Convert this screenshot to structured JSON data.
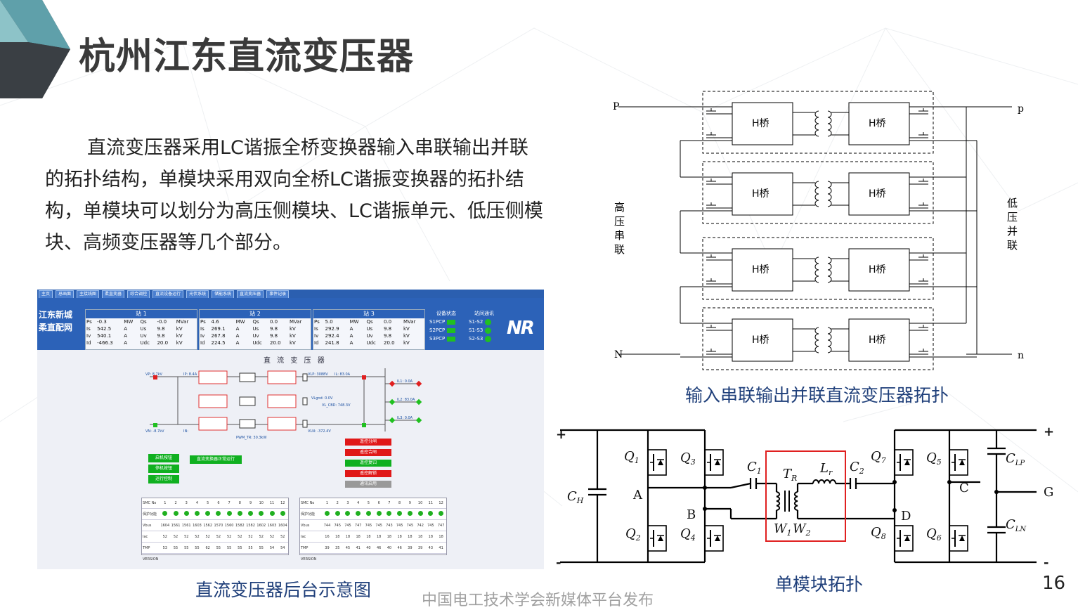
{
  "title": "杭州江东直流变压器",
  "paragraph": "直流变压器采用LC谐振全桥变换器输入串联输出并联的拓扑结构，单模块采用双向全桥LC谐振变换器的拓扑结构，单模块可以划分为高压侧模块、LC谐振单元、低压侧模块、高频变压器等几个部分。",
  "captions": {
    "topology": "输入串联输出并联直流变压器拓扑",
    "single_module": "单模块拓扑",
    "backend": "直流变压器后台示意图"
  },
  "footer": "中国电工技术学会新媒体平台发布",
  "page_number": "16",
  "topology_diagram": {
    "terminal_P": "P",
    "terminal_N": "N",
    "terminal_p": "p",
    "terminal_n": "n",
    "hv_label": [
      "高",
      "压",
      "串",
      "联"
    ],
    "lv_label": [
      "低",
      "压",
      "并",
      "联"
    ],
    "bridge_label": "H桥"
  },
  "single_module": {
    "plus_left": "+",
    "minus_left": "-",
    "plus_right": "+",
    "minus_right": "-",
    "labels": {
      "CH": "C",
      "CH_sub": "H",
      "A": "A",
      "B": "B",
      "C": "C",
      "D": "D",
      "G": "G",
      "Q1": "Q",
      "Q1_sub": "1",
      "Q2": "Q",
      "Q2_sub": "2",
      "Q3": "Q",
      "Q3_sub": "3",
      "Q4": "Q",
      "Q4_sub": "4",
      "Q5": "Q",
      "Q5_sub": "5",
      "Q6": "Q",
      "Q6_sub": "6",
      "Q7": "Q",
      "Q7_sub": "7",
      "Q8": "Q",
      "Q8_sub": "8",
      "C1": "C",
      "C1_sub": "1",
      "C2": "C",
      "C2_sub": "2",
      "TR": "T",
      "TR_sub": "R",
      "Lr": "L",
      "Lr_sub": "r",
      "W1": "W",
      "W1_sub": "1",
      "W2": "W",
      "W2_sub": "2",
      "CLP": "C",
      "CLP_sub": "LP",
      "CLN": "C",
      "CLN_sub": "LN"
    }
  },
  "hmi": {
    "tabs": [
      "主页",
      "总画面",
      "主接线图",
      "柔直变器",
      "综合调控",
      "直流设备运行",
      "光伏系统",
      "储能系统",
      "直流变压器",
      "事件记录"
    ],
    "brand_line1": "江东新城",
    "brand_line2": "柔直配网",
    "logo": "NR",
    "stations": [
      {
        "title": "站 1",
        "rows": [
          [
            "Ps",
            "-0.3",
            "MW",
            "Qs",
            "-0.0",
            "MVar"
          ],
          [
            "Is",
            "542.5",
            "A",
            "Us",
            "9.8",
            "kV"
          ],
          [
            "Iv",
            "540.1",
            "A",
            "Uv",
            "9.8",
            "kV"
          ],
          [
            "Id",
            "-466.3",
            "A",
            "Udc",
            "20.0",
            "kV"
          ]
        ]
      },
      {
        "title": "站 2",
        "rows": [
          [
            "Ps",
            "4.6",
            "MW",
            "Qs",
            "0.0",
            "MVar"
          ],
          [
            "Is",
            "269.1",
            "A",
            "Us",
            "9.8",
            "kV"
          ],
          [
            "Iv",
            "267.8",
            "A",
            "Uv",
            "9.8",
            "kV"
          ],
          [
            "Id",
            "224.5",
            "A",
            "Udc",
            "20.0",
            "kV"
          ]
        ]
      },
      {
        "title": "站 3",
        "rows": [
          [
            "Ps",
            "5.0",
            "MW",
            "Qs",
            "0.0",
            "MVar"
          ],
          [
            "Is",
            "292.9",
            "A",
            "Us",
            "9.8",
            "kV"
          ],
          [
            "Iv",
            "292.4",
            "A",
            "Uv",
            "9.8",
            "kV"
          ],
          [
            "Id",
            "241.8",
            "A",
            "Udc",
            "20.0",
            "kV"
          ]
        ]
      }
    ],
    "device_status_title": "设备状态",
    "device_status": [
      "S1PCP",
      "S2PCP",
      "S3PCP"
    ],
    "comm_title": "站间通讯",
    "comm": [
      "S1-S2",
      "S1-S3",
      "S2-S3"
    ],
    "diagram_title": "直 流 变 压 器",
    "readings": {
      "vp": "VP: 8.7kV",
      "ip": "IP: 8.4A",
      "vn": "VN: -8.7kV",
      "in": "IN: ",
      "vlp": "VLP: 3088V",
      "il_top": "IL: 83.0A",
      "vlgnd": "VLgnd: 0.0V",
      "vl_cbd": "VL_CBD: 748.3V",
      "vln": "VLN: -372.4V",
      "pwm": "PWM_TR: 30.3kW",
      "il1": "IL1: 0.0A",
      "il2": "IL2: 83.0A",
      "il3": "IL3: 0.0A"
    },
    "left_buttons": [
      "启机按钮",
      "停机按钮",
      "运行控制"
    ],
    "status_text": "直流变换器正常运行",
    "right_buttons": [
      "遥控分闸",
      "遥控合闸",
      "遥控复归",
      "遥控解锁",
      "通讯启用"
    ],
    "grid_left_title": "SMC No",
    "grid_right_title": "SMC No",
    "grid_row_labels": [
      "保护功能",
      "Vbus",
      "Iac",
      "TMP",
      "VERSION"
    ],
    "grid_cols": [
      "1",
      "2",
      "3",
      "4",
      "5",
      "6",
      "7",
      "8",
      "9",
      "10",
      "11",
      "12"
    ],
    "grid_left_vbus": [
      "1604",
      "1561",
      "1561",
      "1603",
      "1562",
      "1570",
      "1560",
      "1582",
      "1582",
      "1602",
      "1603",
      "1604"
    ],
    "grid_left_iac": [
      "52",
      "52",
      "52",
      "52",
      "52",
      "52",
      "52",
      "52",
      "52",
      "52",
      "52",
      "52"
    ],
    "grid_left_tmp": [
      "53",
      "55",
      "55",
      "55",
      "62",
      "55",
      "55",
      "55",
      "55",
      "55",
      "54",
      "54"
    ],
    "grid_right_vbus": [
      "744",
      "745",
      "745",
      "747",
      "745",
      "745",
      "743",
      "745",
      "745",
      "742",
      "745",
      "747"
    ],
    "grid_right_iac": [
      "16",
      "18",
      "18",
      "18",
      "18",
      "18",
      "18",
      "18",
      "18",
      "18",
      "18",
      "18"
    ],
    "grid_right_tmp": [
      "39",
      "35",
      "45",
      "41",
      "40",
      "46",
      "40",
      "46",
      "39",
      "39",
      "43",
      "41"
    ],
    "colors": {
      "header": "#2c62b8",
      "on": "#20c020",
      "off": "#e02020",
      "btn_green": "#10b020",
      "btn_red": "#e01818",
      "btn_grey": "#999999"
    }
  }
}
